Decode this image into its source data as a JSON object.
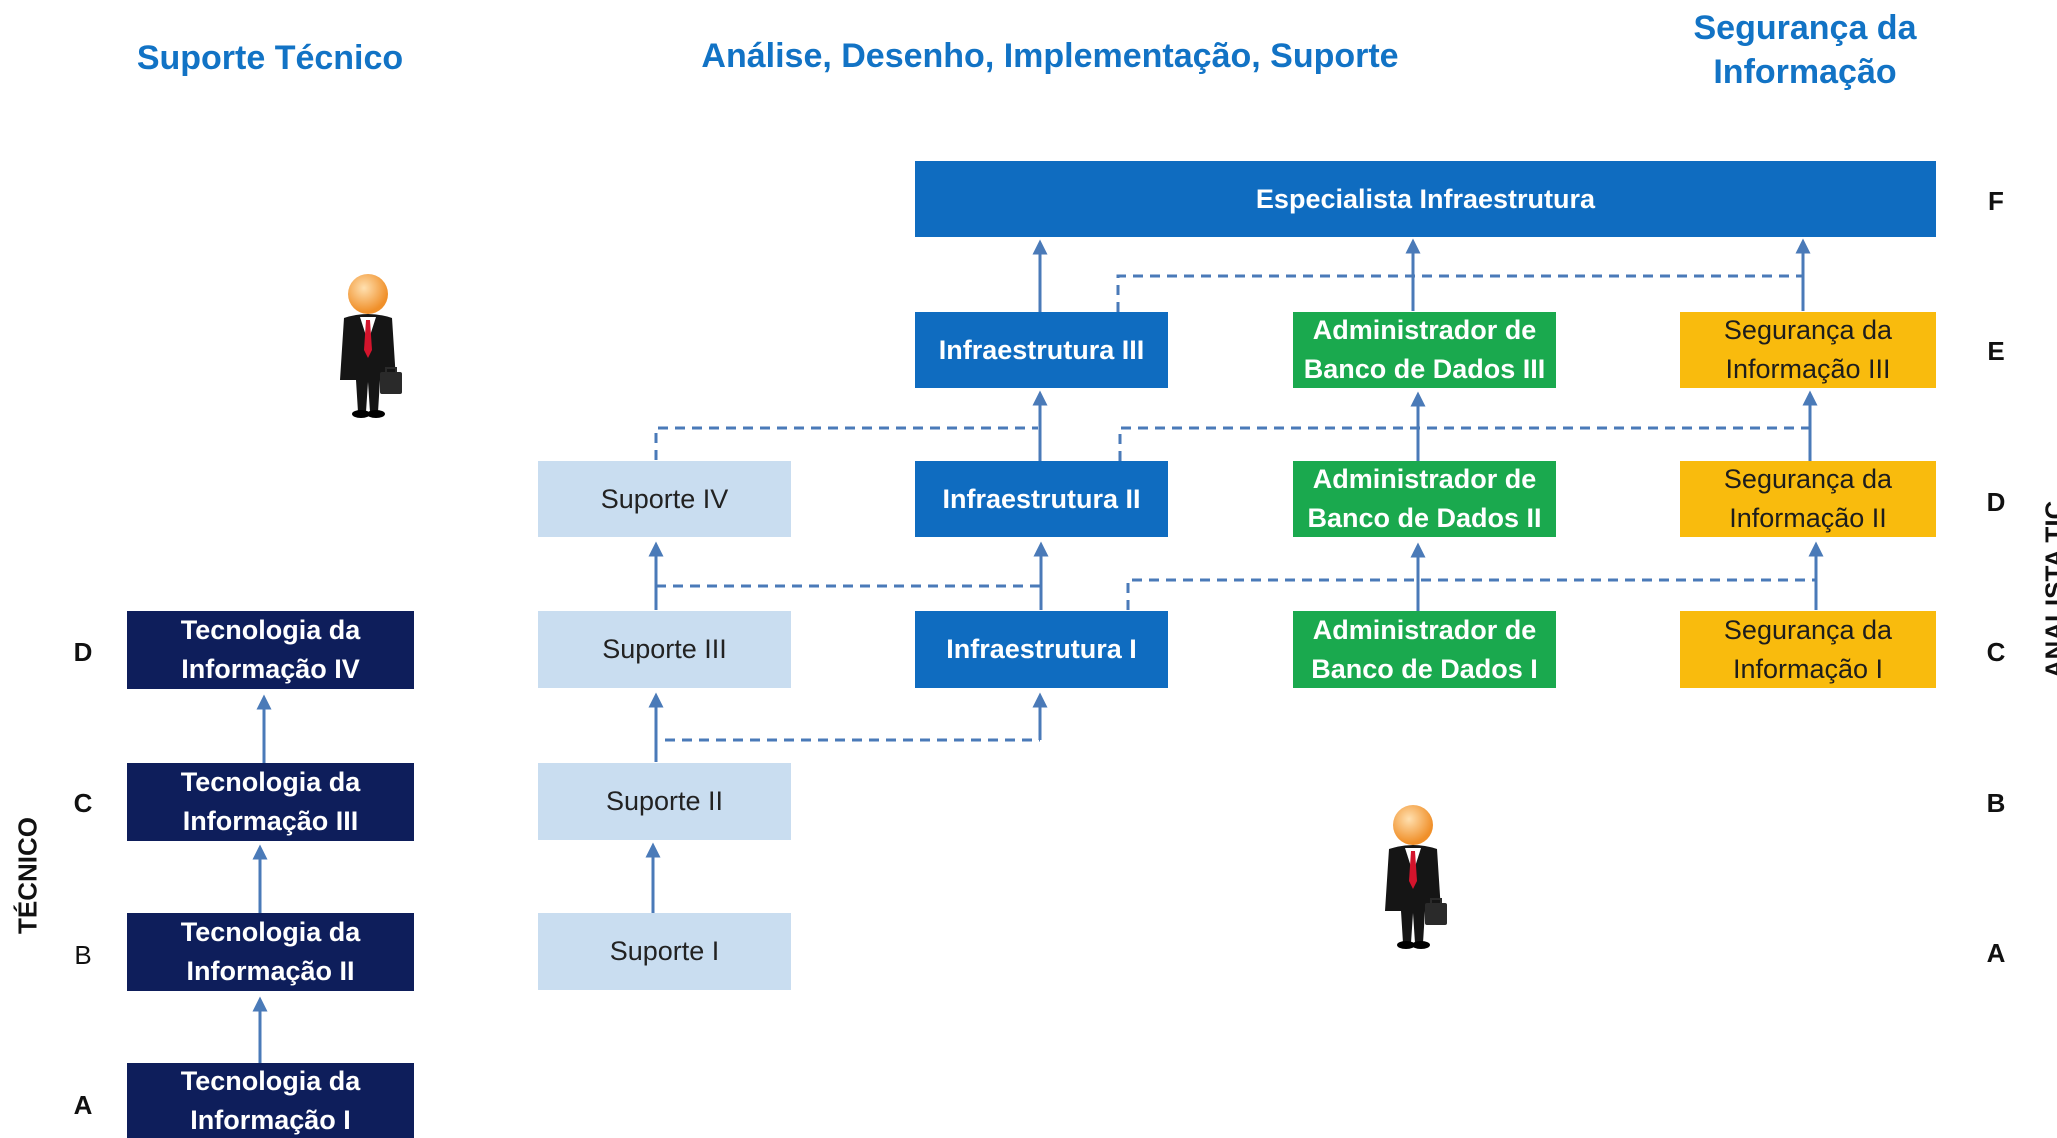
{
  "headers": {
    "suporte_tecnico": "Suporte Técnico",
    "analise": "Análise, Desenho, Implementação, Suporte",
    "seguranca": "Segurança da\nInformação"
  },
  "side_labels": {
    "tecnico": "TÉCNICO",
    "analista": "ANALISTA TIC"
  },
  "levels_left": {
    "A": "A",
    "B": "B",
    "C": "C",
    "D": "D"
  },
  "levels_right": {
    "A": "A",
    "B": "B",
    "C": "C",
    "D": "D",
    "E": "E",
    "F": "F"
  },
  "tecnico": {
    "ti1": "Tecnologia da\nInformação I",
    "ti2": "Tecnologia da\nInformação II",
    "ti3": "Tecnologia da\nInformação III",
    "ti4": "Tecnologia da\nInformação IV"
  },
  "suporte": {
    "s1": "Suporte  I",
    "s2": "Suporte  II",
    "s3": "Suporte  III",
    "s4": "Suporte  IV"
  },
  "infra": {
    "i1": "Infraestrutura I",
    "i2": "Infraestrutura II",
    "i3": "Infraestrutura III",
    "especialista": "Especialista Infraestrutura"
  },
  "dba": {
    "d1": "Administrador de\nBanco de Dados I",
    "d2": "Administrador de\nBanco de Dados II",
    "d3": "Administrador de\nBanco de Dados III"
  },
  "seg": {
    "g1": "Segurança da\nInformação I",
    "g2": "Segurança da\nInformação II",
    "g3": "Segurança da\nInformação III"
  },
  "colors": {
    "header": "#1273c5",
    "navy": "#0e1e5b",
    "light": "#c9ddf0",
    "blue": "#0f6cc0",
    "green": "#1aa94e",
    "yellow": "#f9bb0d",
    "arrow": "#4a7ab8"
  },
  "icons": [
    "businessman-icon",
    "businessman-icon"
  ]
}
